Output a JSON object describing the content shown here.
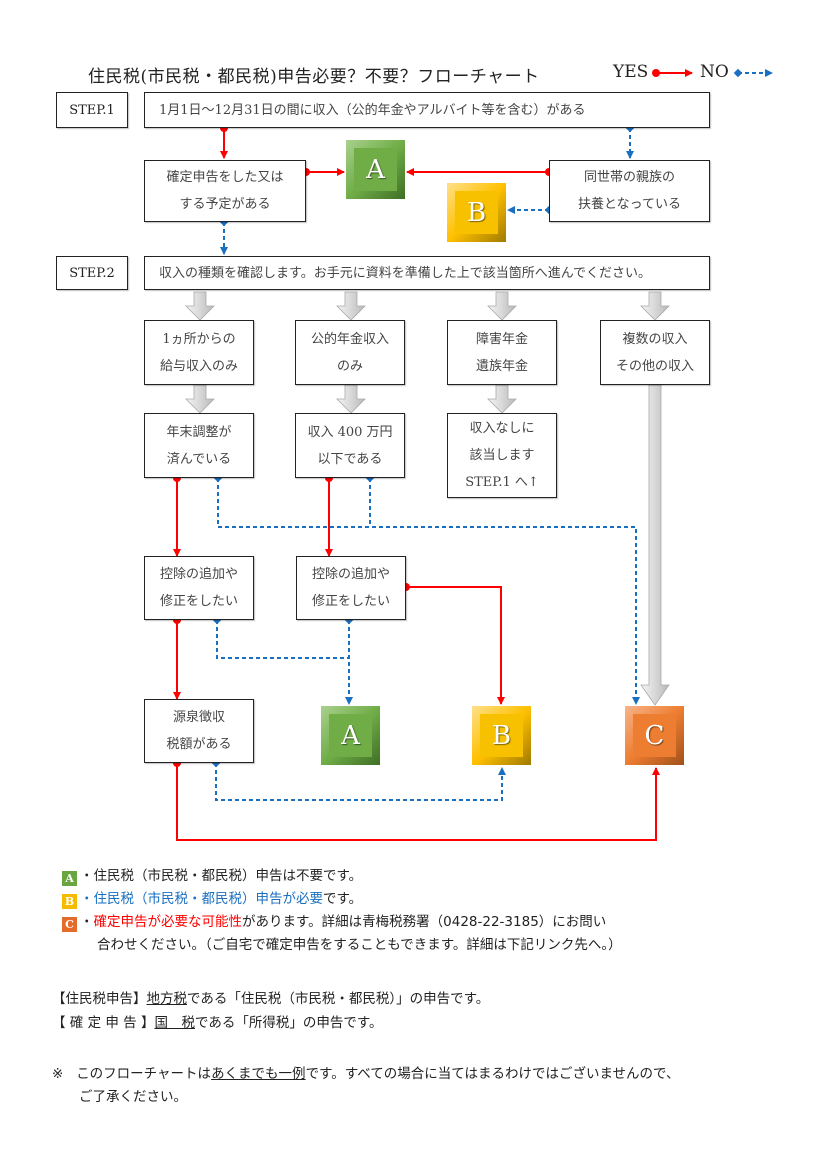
{
  "header": {
    "title": "住民税(市民税・都民税)申告必要？不要？フローチャート",
    "legend_yes": "YES",
    "legend_no": "NO",
    "colors": {
      "yes": "#ff0000",
      "no": "#1a6fc0"
    }
  },
  "step1": {
    "label": "STEP.1",
    "question": "1月1日～12月31日の間に収入（公的年金やアルバイト等を含む）がある",
    "kakutei": "確定申告をした又は\nする予定がある",
    "fuyou": "同世帯の親族の\n扶養となっている"
  },
  "step2": {
    "label": "STEP.2",
    "instruction": "収入の種類を確認します。お手元に資料を準備した上で該当箇所へ進んでください。",
    "categories": [
      "1ヵ所からの\n給与収入のみ",
      "公的年金収入\nのみ",
      "障害年金\n遺族年金",
      "複数の収入\nその他の収入"
    ],
    "nenmatsu": "年末調整が\n済んでいる",
    "income400": "収入 400 万円\n以下である",
    "no_income": "収入なしに\n該当します\nSTEP.1 へ↑",
    "koujo1": "控除の追加や\n修正をしたい",
    "koujo2": "控除の追加や\n修正をしたい",
    "gensen": "源泉徴収\n税額がある"
  },
  "outcomes": {
    "a": "A",
    "b": "B",
    "c": "C"
  },
  "legend": {
    "a": {
      "icon": "A",
      "text": "住民税（市民税・都民税）申告は不要です。"
    },
    "b": {
      "icon": "B",
      "highlight": "住民税（市民税・都民税）申告が必要",
      "rest": "です。"
    },
    "c": {
      "icon": "C",
      "highlight": "確定申告が必要な可能性",
      "rest": "があります。詳細は青梅税務署（0428-22-3185）にお問い",
      "line2": "合わせください。（ご自宅で確定申告をすることもできます。詳細は下記リンク先へ。）"
    }
  },
  "definitions": [
    {
      "label": "【住民税申告】",
      "term": "地方税",
      "rest": "である「住民税（市民税・都民税）」の申告です。"
    },
    {
      "label": "【 確 定 申 告 】",
      "term": "国　税",
      "rest": "である「所得税」の申告です。"
    }
  ],
  "disclaimer": {
    "mark": "※",
    "pre": "このフローチャートは",
    "emph": "あくまでも一例",
    "post": "です。すべての場合に当てはまるわけではございませんので、",
    "line2": "ご了承ください。"
  }
}
